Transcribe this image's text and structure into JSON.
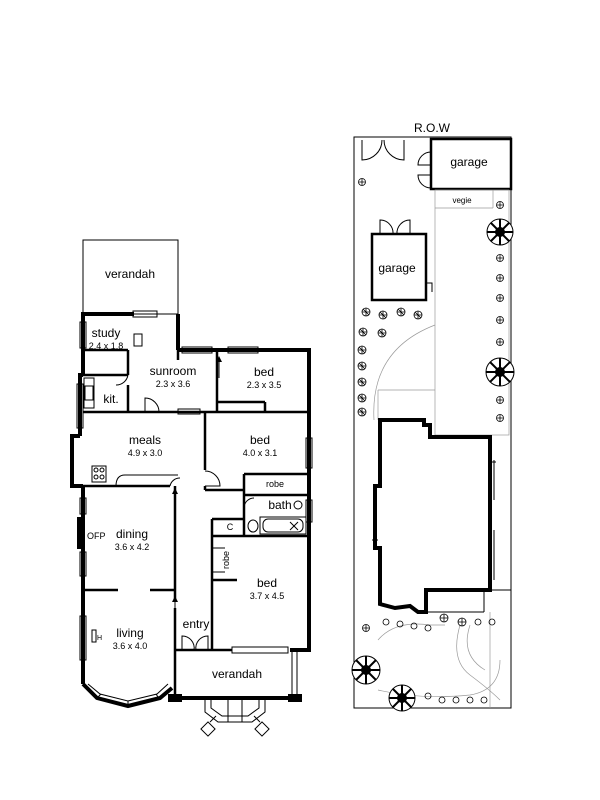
{
  "house": {
    "rooms": [
      {
        "key": "verandah_rear",
        "name": "verandah",
        "dim": ""
      },
      {
        "key": "study",
        "name": "study",
        "dim": "2.4 x 1.8"
      },
      {
        "key": "sunroom",
        "name": "sunroom",
        "dim": "2.3 x 3.6"
      },
      {
        "key": "bed3",
        "name": "bed",
        "dim": "2.3 x 3.5"
      },
      {
        "key": "kit",
        "name": "kit.",
        "dim": ""
      },
      {
        "key": "meals",
        "name": "meals",
        "dim": "4.9 x 3.0"
      },
      {
        "key": "bed2",
        "name": "bed",
        "dim": "4.0 x 3.1"
      },
      {
        "key": "robe1",
        "name": "robe",
        "dim": ""
      },
      {
        "key": "bath",
        "name": "bath",
        "dim": ""
      },
      {
        "key": "cupboard",
        "name": "C",
        "dim": ""
      },
      {
        "key": "dining",
        "name": "dining",
        "dim": "3.6 x 4.2"
      },
      {
        "key": "robe2",
        "name": "robe",
        "dim": ""
      },
      {
        "key": "bed1",
        "name": "bed",
        "dim": "3.7 x 4.5"
      },
      {
        "key": "entry",
        "name": "entry",
        "dim": ""
      },
      {
        "key": "living",
        "name": "living",
        "dim": "3.6 x 4.0"
      },
      {
        "key": "verandah_front",
        "name": "verandah",
        "dim": ""
      }
    ],
    "fireplace_label": "OFP",
    "heater_label": "H"
  },
  "site": {
    "row_label": "R.O.W",
    "garage_rear_label": "garage",
    "vegie_label": "vegie",
    "garage_side_label": "garage"
  }
}
